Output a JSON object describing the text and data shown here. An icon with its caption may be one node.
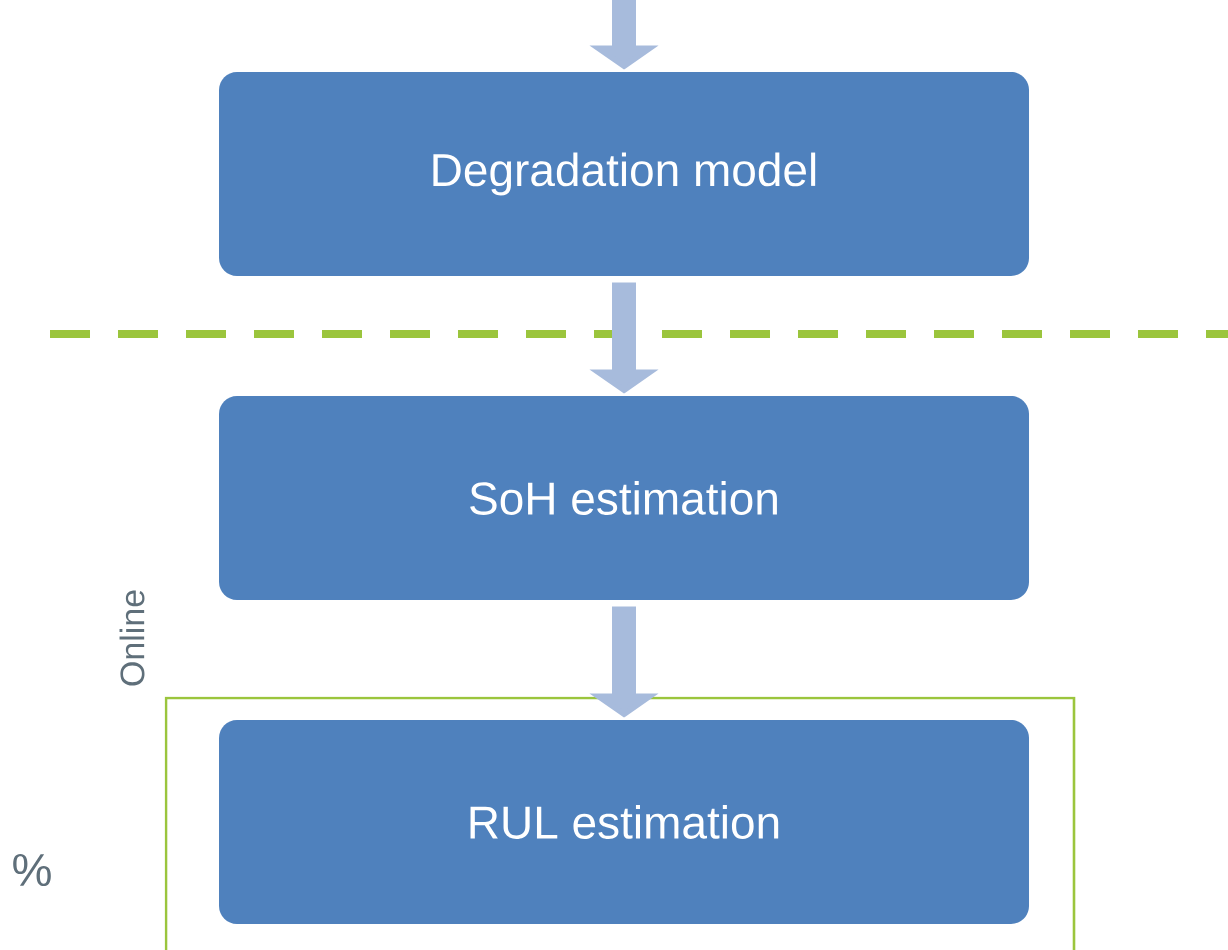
{
  "diagram": {
    "nodes": [
      {
        "text": [
          "Degradation model"
        ]
      },
      {
        "text": [
          "SoH estimation"
        ]
      },
      {
        "text": [
          "RUL estimation"
        ]
      }
    ],
    "edges": [
      {
        "from": null,
        "to": 0,
        "arrow": "to"
      },
      {
        "from": 0,
        "to": 1,
        "arrow": "to"
      },
      {
        "from": 1,
        "to": 2,
        "arrow": "to"
      }
    ],
    "labels": [
      "Online",
      "%"
    ]
  }
}
